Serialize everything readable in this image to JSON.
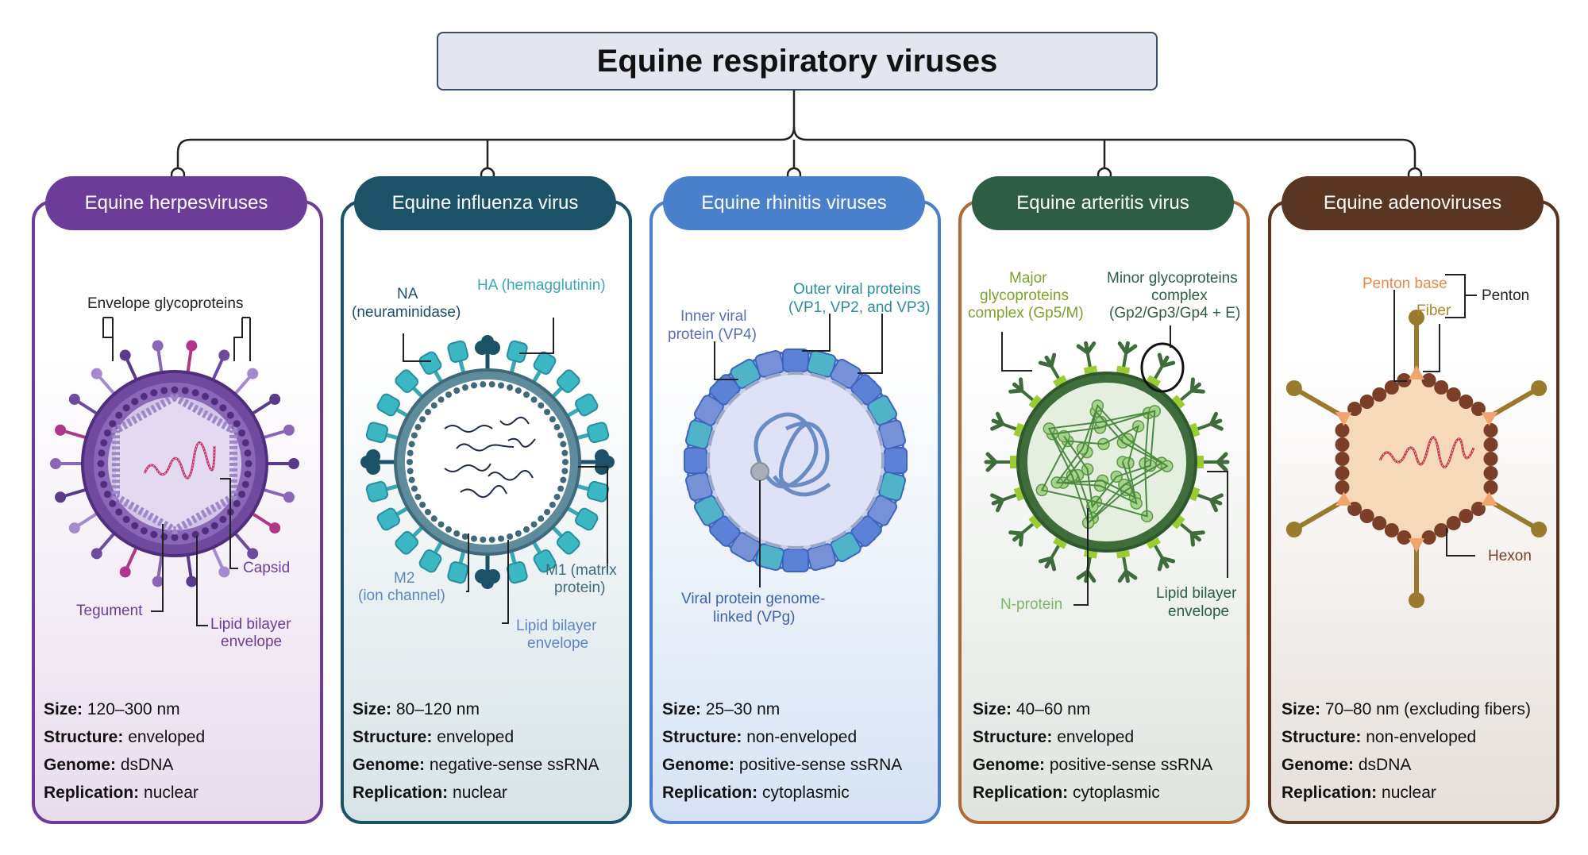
{
  "title": "Equine respiratory viruses",
  "colors": {
    "herpes": "#6b3d99",
    "influenza": "#1b5268",
    "rhinitis": "#4a7fcc",
    "arteritis": "#2e5d45",
    "adeno": "#5a3521"
  },
  "panels": [
    {
      "name": "Equine herpesviruses",
      "labels": [
        "Envelope glycoproteins",
        "Capsid",
        "Tegument",
        "Lipid bilayer",
        "envelope"
      ],
      "info": {
        "size": "120–300 nm",
        "structure": "enveloped",
        "genome": "dsDNA",
        "replication": "nuclear"
      }
    },
    {
      "name": "Equine influenza virus",
      "labels": [
        "NA",
        "(neuraminidase)",
        "HA (hemagglutinin)",
        "M2",
        "(ion channel)",
        "M1 (matrix",
        "protein)",
        "Lipid bilayer",
        "envelope"
      ],
      "info": {
        "size": "80–120 nm",
        "structure": "enveloped",
        "genome": "negative-sense ssRNA",
        "replication": "nuclear"
      }
    },
    {
      "name": "Equine rhinitis viruses",
      "labels": [
        "Inner viral",
        "protein (VP4)",
        "Outer viral proteins",
        "(VP1, VP2, and VP3)",
        "Viral protein genome-",
        "linked (VPg)"
      ],
      "info": {
        "size": "25–30 nm",
        "structure": "non-enveloped",
        "genome": "positive-sense ssRNA",
        "replication": "cytoplasmic"
      }
    },
    {
      "name": "Equine arteritis virus",
      "labels": [
        "Major",
        "glycoproteins",
        "complex (Gp5/M)",
        "Minor glycoproteins",
        "complex",
        "(Gp2/Gp3/Gp4 + E)",
        "N-protein",
        "Lipid bilayer",
        "envelope"
      ],
      "info": {
        "size": "40–60 nm",
        "structure": "enveloped",
        "genome": "positive-sense ssRNA",
        "replication": "cytoplasmic"
      }
    },
    {
      "name": "Equine adenoviruses",
      "labels": [
        "Penton base",
        "Fiber",
        "Penton",
        "Hexon"
      ],
      "info": {
        "size": "70–80 nm (excluding fibers)",
        "structure": "non-enveloped",
        "genome": "dsDNA",
        "replication": "nuclear"
      }
    }
  ],
  "field_labels": {
    "size": "Size:",
    "structure": "Structure:",
    "genome": "Genome:",
    "replication": "Replication:"
  }
}
